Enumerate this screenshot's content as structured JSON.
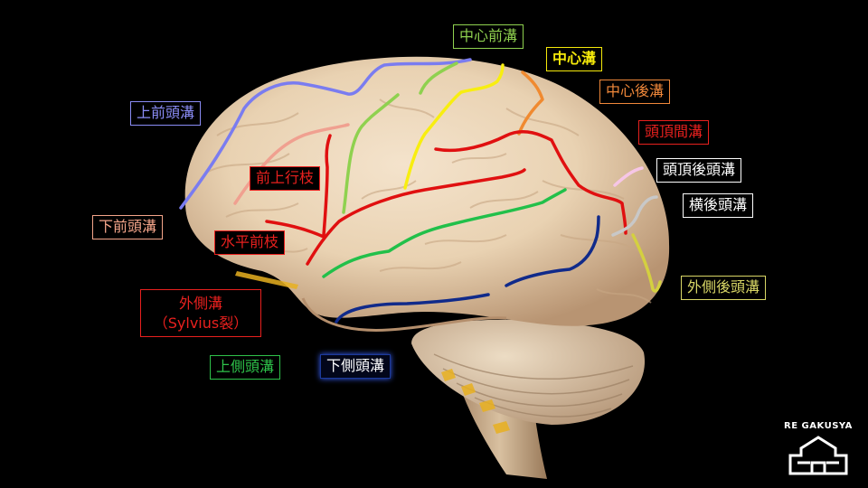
{
  "labels": {
    "precentral": {
      "text": "中心前溝",
      "color": "#8fd14f"
    },
    "central": {
      "text": "中心溝",
      "color": "#f5e90a"
    },
    "postcentral": {
      "text": "中心後溝",
      "color": "#f0883a"
    },
    "intraparietal": {
      "text": "頭頂間溝",
      "color": "#e8201e"
    },
    "parietooccipital": {
      "text": "頭頂後頭溝",
      "color": "#ffffff"
    },
    "transverse_occipital": {
      "text": "横後頭溝",
      "color": "#ffffff"
    },
    "lateral_occipital": {
      "text": "外側後頭溝",
      "color": "#d9d766"
    },
    "superior_frontal": {
      "text": "上前頭溝",
      "color": "#8a8cf5"
    },
    "inferior_frontal": {
      "text": "下前頭溝",
      "color": "#f4a58a"
    },
    "ascending_ramus": {
      "text": "前上行枝",
      "color": "#e8201e"
    },
    "horizontal_ramus": {
      "text": "水平前枝",
      "color": "#e8201e"
    },
    "lateral_sulcus": {
      "line1": "外側溝",
      "line2": "（Sylvius裂）",
      "color": "#e8201e"
    },
    "superior_temporal": {
      "text": "上側頭溝",
      "color": "#2ec24a"
    },
    "inferior_temporal": {
      "text": "下側頭溝",
      "color": "#ffffff"
    }
  },
  "sulci_colors": {
    "superior_frontal": "#7a7cf0",
    "inferior_frontal": "#f0a090",
    "precentral": "#8fd14f",
    "central": "#f8ee10",
    "postcentral": "#f08a30",
    "intraparietal": "#e01010",
    "lateral": "#e01010",
    "superior_temporal": "#22c04a",
    "inferior_temporal": "#102a8a",
    "parietooccipital": "#f6c6e6",
    "transverse_occipital": "#c8c8c8",
    "lateral_occipital": "#d4d040"
  },
  "brand": {
    "text": "RE GAKUSYA"
  }
}
